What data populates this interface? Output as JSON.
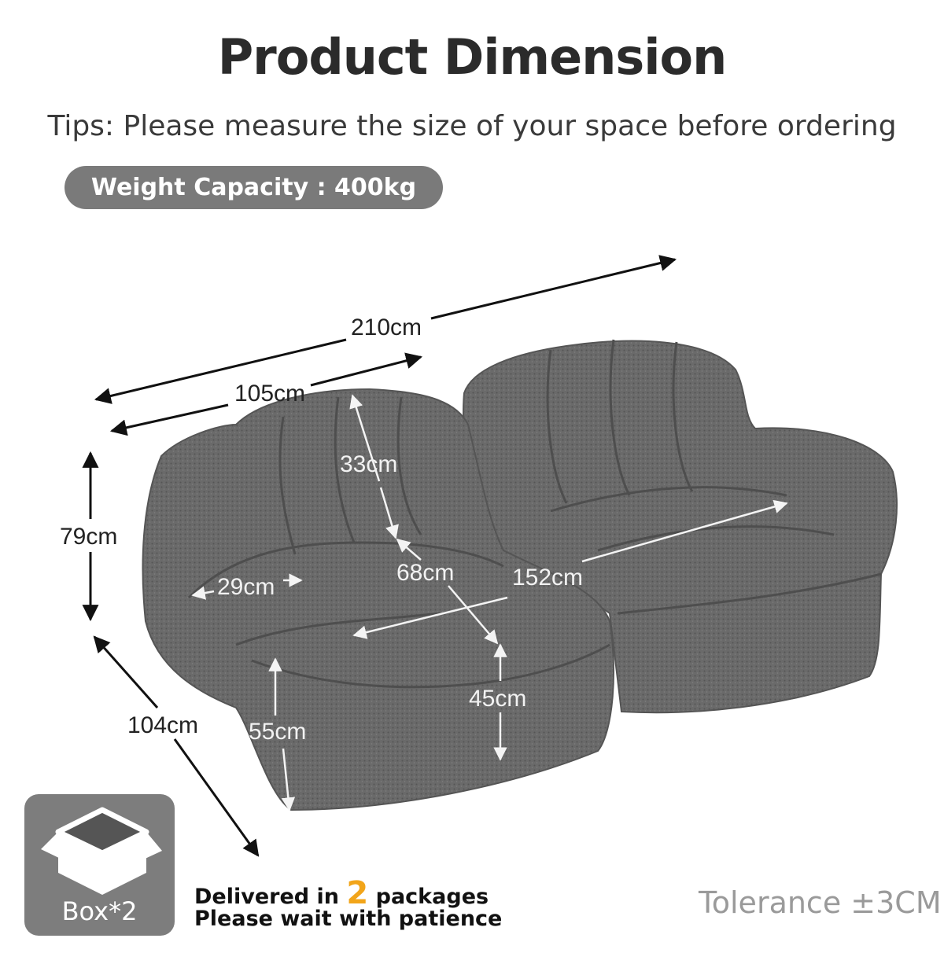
{
  "header": {
    "title": "Product Dimension",
    "tips": "Tips: Please measure the size of your space before ordering",
    "weight_capacity": "Weight Capacity : 400kg"
  },
  "dimensions": {
    "overall_width": "210cm",
    "module_width": "105cm",
    "height": "79cm",
    "depth": "104cm",
    "backrest_height": "33cm",
    "armrest_width": "29cm",
    "seat_depth": "68cm",
    "seat_width": "152cm",
    "seat_height": "45cm",
    "armrest_height": "55cm"
  },
  "packaging": {
    "box_label": "Box*2",
    "delivered_prefix": "Delivered in ",
    "package_count": "2",
    "delivered_suffix": " packages",
    "wait_note": "Please wait with patience"
  },
  "tolerance": "Tolerance ±3CM",
  "colors": {
    "sofa": "#6b6b6b",
    "pill": "#7a7a7a",
    "accent": "#f2a51a",
    "tolerance_text": "#9a9a9a"
  },
  "icons": [
    "box-icon"
  ]
}
